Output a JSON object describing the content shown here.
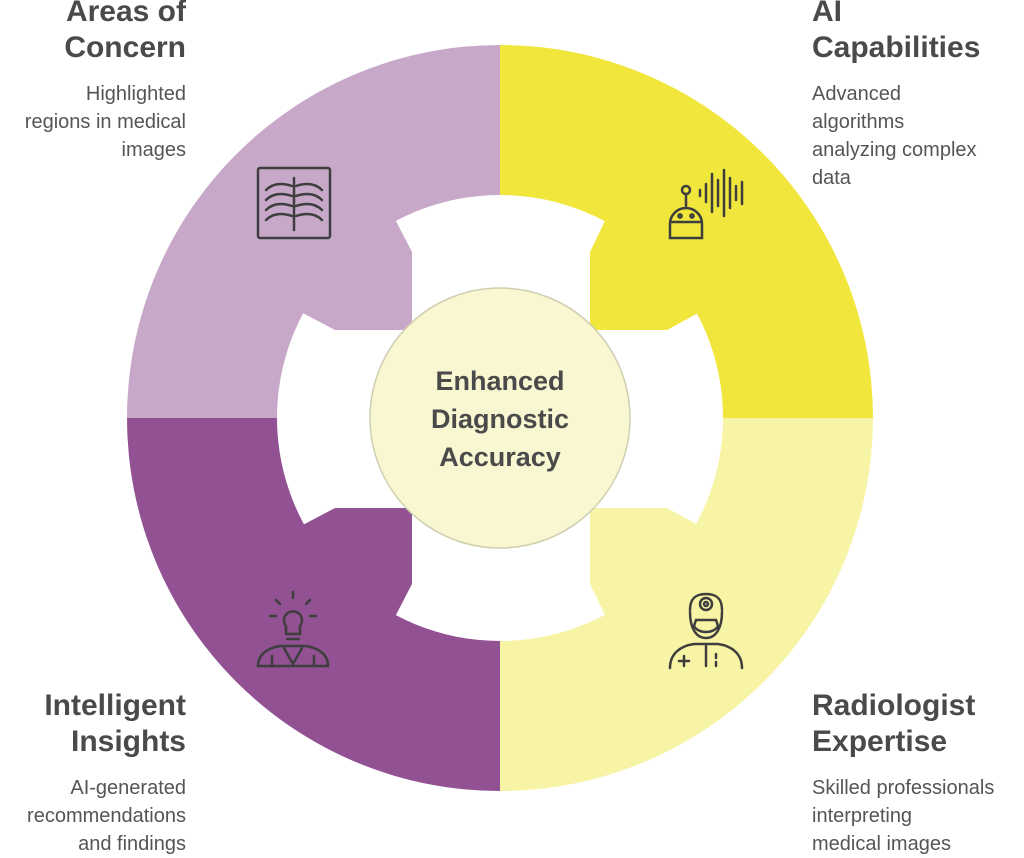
{
  "center": {
    "lines": [
      "Enhanced",
      "Diagnostic",
      "Accuracy"
    ]
  },
  "quadrants": {
    "areas_of_concern": {
      "title_lines": [
        "Areas of",
        "Concern"
      ],
      "description_lines": [
        "Highlighted",
        "regions in medical",
        "images"
      ],
      "color": "#c8a8c8",
      "icon": "xray-chest-icon"
    },
    "ai_capabilities": {
      "title_lines": [
        "AI",
        "Capabilities"
      ],
      "description_lines": [
        "Advanced",
        "algorithms",
        "analyzing complex",
        "data"
      ],
      "color": "#f0e63c",
      "icon": "ai-robot-soundwave-icon"
    },
    "intelligent_insights": {
      "title_lines": [
        "Intelligent",
        "Insights"
      ],
      "description_lines": [
        "AI-generated",
        "recommendations",
        "and findings"
      ],
      "color": "#925192",
      "icon": "lightbulb-person-icon"
    },
    "radiologist_expertise": {
      "title_lines": [
        "Radiologist",
        "Expertise"
      ],
      "description_lines": [
        "Skilled professionals",
        "interpreting",
        "medical images"
      ],
      "color": "#f8f4a6",
      "icon": "radiologist-doctor-icon"
    }
  },
  "center_color": "#f9f7d2"
}
